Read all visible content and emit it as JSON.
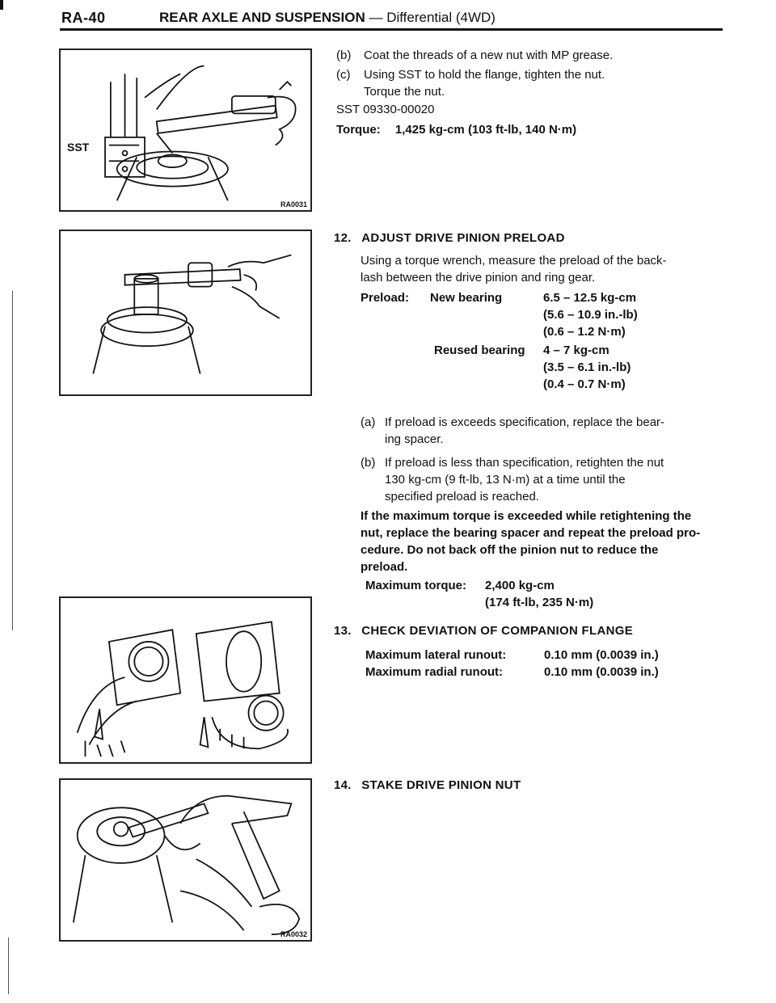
{
  "header": {
    "page_code": "RA-40",
    "section_title": "REAR AXLE AND SUSPENSION",
    "dash": "—",
    "subsection": "Differential (4WD)"
  },
  "figures": [
    {
      "code": "RA0031",
      "label": "SST"
    },
    {
      "code": ""
    },
    {
      "code": ""
    },
    {
      "code": "RA0032"
    }
  ],
  "step_prev": {
    "b": {
      "marker": "(b)",
      "text": "Coat the threads of a new nut with MP grease."
    },
    "c": {
      "marker": "(c)",
      "line1": "Using SST to hold the flange, tighten the nut.",
      "line2": "Torque the nut."
    },
    "sst": "SST 09330-00020",
    "torque_label": "Torque:",
    "torque_value": "1,425 kg-cm (103 ft-lb, 140 N·m)"
  },
  "step12": {
    "number": "12.",
    "title": "ADJUST DRIVE PINION PRELOAD",
    "intro1": "Using a torque wrench, measure the preload of the back-",
    "intro2": "lash between the drive pinion and ring gear.",
    "preload_label": "Preload:",
    "new_label": "New bearing",
    "new_v1": "6.5 – 12.5 kg-cm",
    "new_v2": "(5.6 – 10.9 in.-lb)",
    "new_v3": "(0.6 – 1.2 N·m)",
    "reused_label": "Reused bearing",
    "reused_v1": "4 – 7 kg-cm",
    "reused_v2": "(3.5 – 6.1 in.-lb)",
    "reused_v3": "(0.4 – 0.7 N·m)",
    "a": {
      "marker": "(a)",
      "line1": "If preload is exceeds specification, replace the bear-",
      "line2": "ing spacer."
    },
    "b": {
      "marker": "(b)",
      "line1": "If preload is less than specification, retighten the nut",
      "line2": "130 kg-cm (9 ft-lb, 13 N·m) at a time until the",
      "line3": "specified preload is reached."
    },
    "note1": "If the maximum torque is exceeded while retightening the",
    "note2": "nut, replace the bearing spacer and repeat the preload pro-",
    "note3": "cedure. Do not back off the pinion nut to reduce the",
    "note4": "preload.",
    "max_label": "Maximum torque:",
    "max_v1": "2,400 kg-cm",
    "max_v2": "(174 ft-lb, 235 N·m)"
  },
  "step13": {
    "number": "13.",
    "title": "CHECK DEVIATION OF COMPANION FLANGE",
    "lat_label": "Maximum lateral runout:",
    "lat_value": "0.10 mm (0.0039 in.)",
    "rad_label": "Maximum radial runout:",
    "rad_value": "0.10 mm (0.0039 in.)"
  },
  "step14": {
    "number": "14.",
    "title": "STAKE DRIVE PINION NUT"
  }
}
